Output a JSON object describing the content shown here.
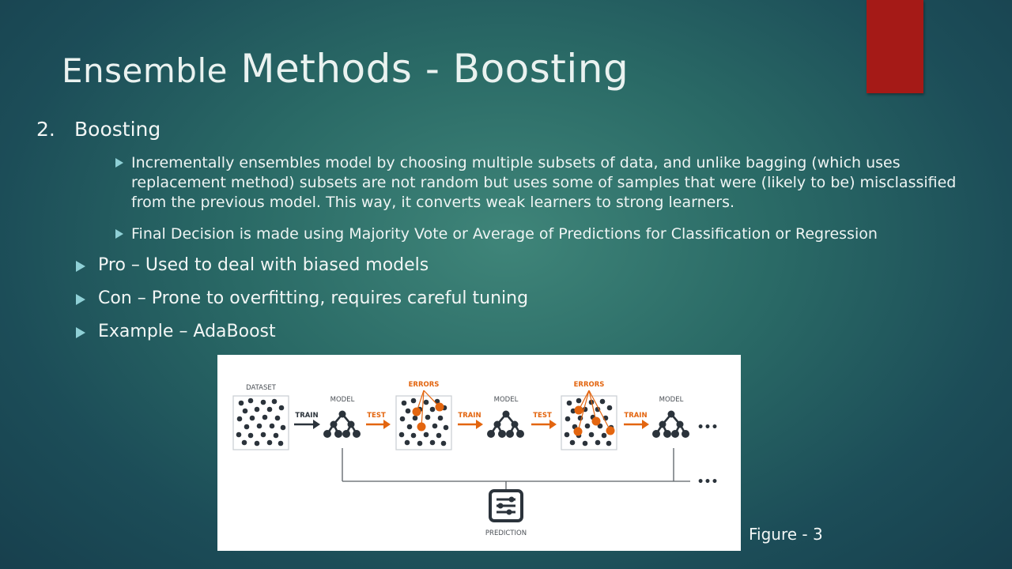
{
  "slide": {
    "title_part1": "Ensemble",
    "title_part2": " Methods - Boosting",
    "accent_color": "#a51a17"
  },
  "content": {
    "item_number": "2.",
    "item_label": "Boosting",
    "sub_bullets": [
      "Incrementally ensembles model by choosing multiple subsets of data, and unlike bagging (which uses replacement method) subsets are not random but uses some of samples that were (likely to be) misclassified from the previous model. This way, it converts weak learners to strong learners.",
      "Final Decision is made using Majority Vote or Average of Predictions for Classification or Regression"
    ],
    "points": [
      "Pro – Used to deal with biased models",
      "Con – Prone to overfitting, requires careful tuning",
      "Example – AdaBoost"
    ]
  },
  "figure": {
    "dataset_label": "DATASET",
    "model_label": "MODEL",
    "errors_label": "ERRORS",
    "train_label": "TRAIN",
    "test_label": "TEST",
    "prediction_label": "PREDICTION",
    "ellipsis": "•••",
    "caption": "Figure - 3",
    "orange": "#e3650f",
    "dark": "#2b333b"
  }
}
